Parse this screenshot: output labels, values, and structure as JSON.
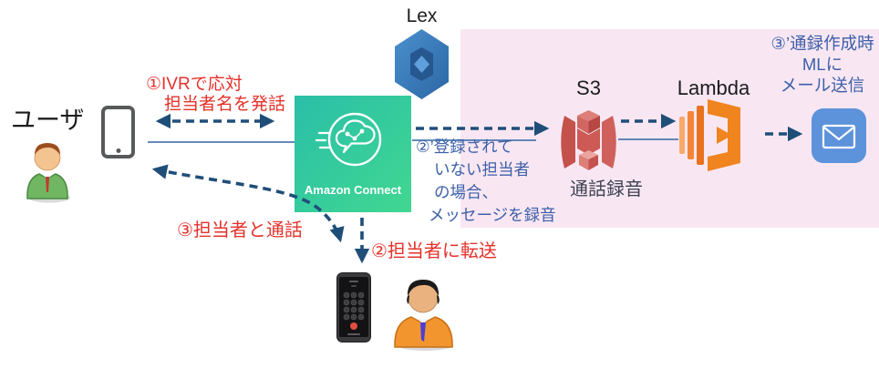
{
  "diagram_title": "Amazon Connect call-flow architecture",
  "nodes": {
    "user": {
      "label": "ユーザ"
    },
    "lex": {
      "label": "Lex"
    },
    "connect": {
      "label": "Amazon Connect"
    },
    "s3": {
      "label": "S3",
      "caption": "通話録音"
    },
    "lambda": {
      "label": "Lambda"
    },
    "mail": {
      "icon": "envelope-icon"
    },
    "user_phone": {
      "icon": "smartphone-icon"
    },
    "agent_phone": {
      "icon": "dialpad-phone-icon"
    },
    "agent": {
      "icon": "agent-person-icon"
    }
  },
  "annotations": {
    "step1": {
      "lines": [
        "①IVRで応対",
        "担当者名を発話"
      ],
      "color": "#e5312b"
    },
    "step2": {
      "text": "②担当者に転送",
      "color": "#e5312b"
    },
    "step3": {
      "text": "③担当者と通話",
      "color": "#e5312b"
    },
    "step2_alt": {
      "lines": [
        "②’登録されて",
        "いない担当者",
        "の場合、",
        "メッセージを録音"
      ],
      "color": "#3d5fa8"
    },
    "step3_alt": {
      "lines": [
        "③’通録作成時",
        "MLに",
        "メール送信"
      ],
      "color": "#3d5fa8"
    }
  },
  "colors": {
    "highlight_box": "#f8e7f3",
    "arrow_blue": "#1f4e79",
    "connector_blue": "#3465a4",
    "connect_teal": "#2fc09e",
    "lex_blue": "#3b7ec2",
    "s3_red": "#c5514d",
    "lambda_orange": "#f0841f",
    "mail_blue": "#5c93db",
    "annotation_red": "#e5312b",
    "annotation_blue": "#3d5fa8"
  }
}
